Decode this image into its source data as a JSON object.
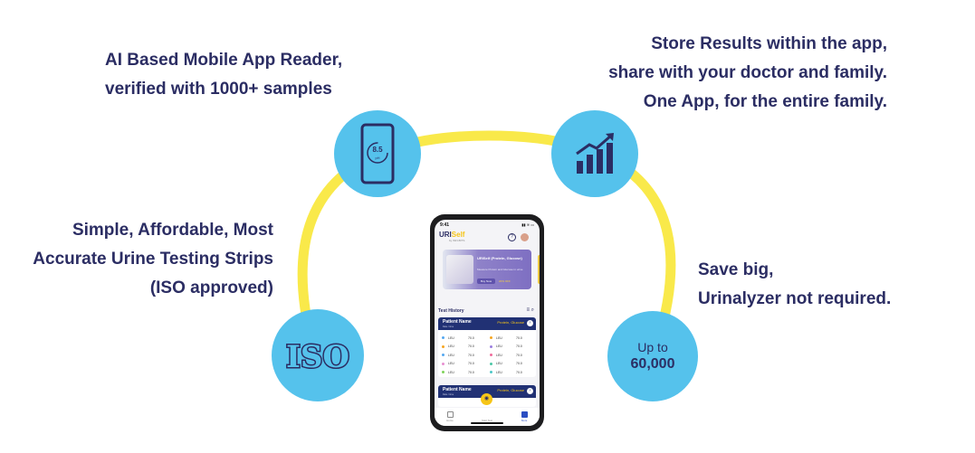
{
  "features": {
    "ai_reader": [
      "AI Based Mobile App Reader,",
      "verified with 1000+ samples"
    ],
    "store_results": [
      "Store Results within the app,",
      "share with your doctor and family.",
      "One App, for the entire family."
    ],
    "strips": [
      "Simple, Affordable, Most",
      "Accurate Urine Testing Strips",
      "(ISO approved)"
    ],
    "save": [
      "Save big,",
      "Urinalyzer not required."
    ]
  },
  "icons": {
    "phone_reading": "8.5",
    "phone_unit": "pH",
    "iso_label": "ISO",
    "save_up_to": "Up to",
    "save_amount": "60,000"
  },
  "colors": {
    "accent_circle": "#55c2ec",
    "arc": "#f9e94a",
    "text": "#2b2d63"
  },
  "app": {
    "time": "9:41",
    "logo_main": "URI",
    "logo_accent": "Self",
    "logo_sub": "by INFI-BITS",
    "banner_title": "URISelf (Protein, Glucose)",
    "banner_desc": "Measure Protein and Glucose in urine",
    "banner_button": "Buy Now",
    "banner_offer": "20% OFF",
    "test_history": "Test History",
    "card1": {
      "name": "Patient Name",
      "date": "Date / time",
      "tag": "Protein, Glucose",
      "rows": [
        [
          "LEU",
          "70.0",
          "LEU",
          "70.0"
        ],
        [
          "LEU",
          "70.0",
          "LEU",
          "70.0"
        ],
        [
          "LEU",
          "70.0",
          "LEU",
          "70.0"
        ],
        [
          "LEU",
          "70.0",
          "LEU",
          "70.0"
        ],
        [
          "LEU",
          "70.0",
          "LEU",
          "70.0"
        ]
      ]
    },
    "card2": {
      "name": "Patient Name",
      "date": "Date / time",
      "tag": "Protein, Glucose"
    },
    "tabs": [
      "Home",
      "Start Test",
      "Store"
    ]
  }
}
